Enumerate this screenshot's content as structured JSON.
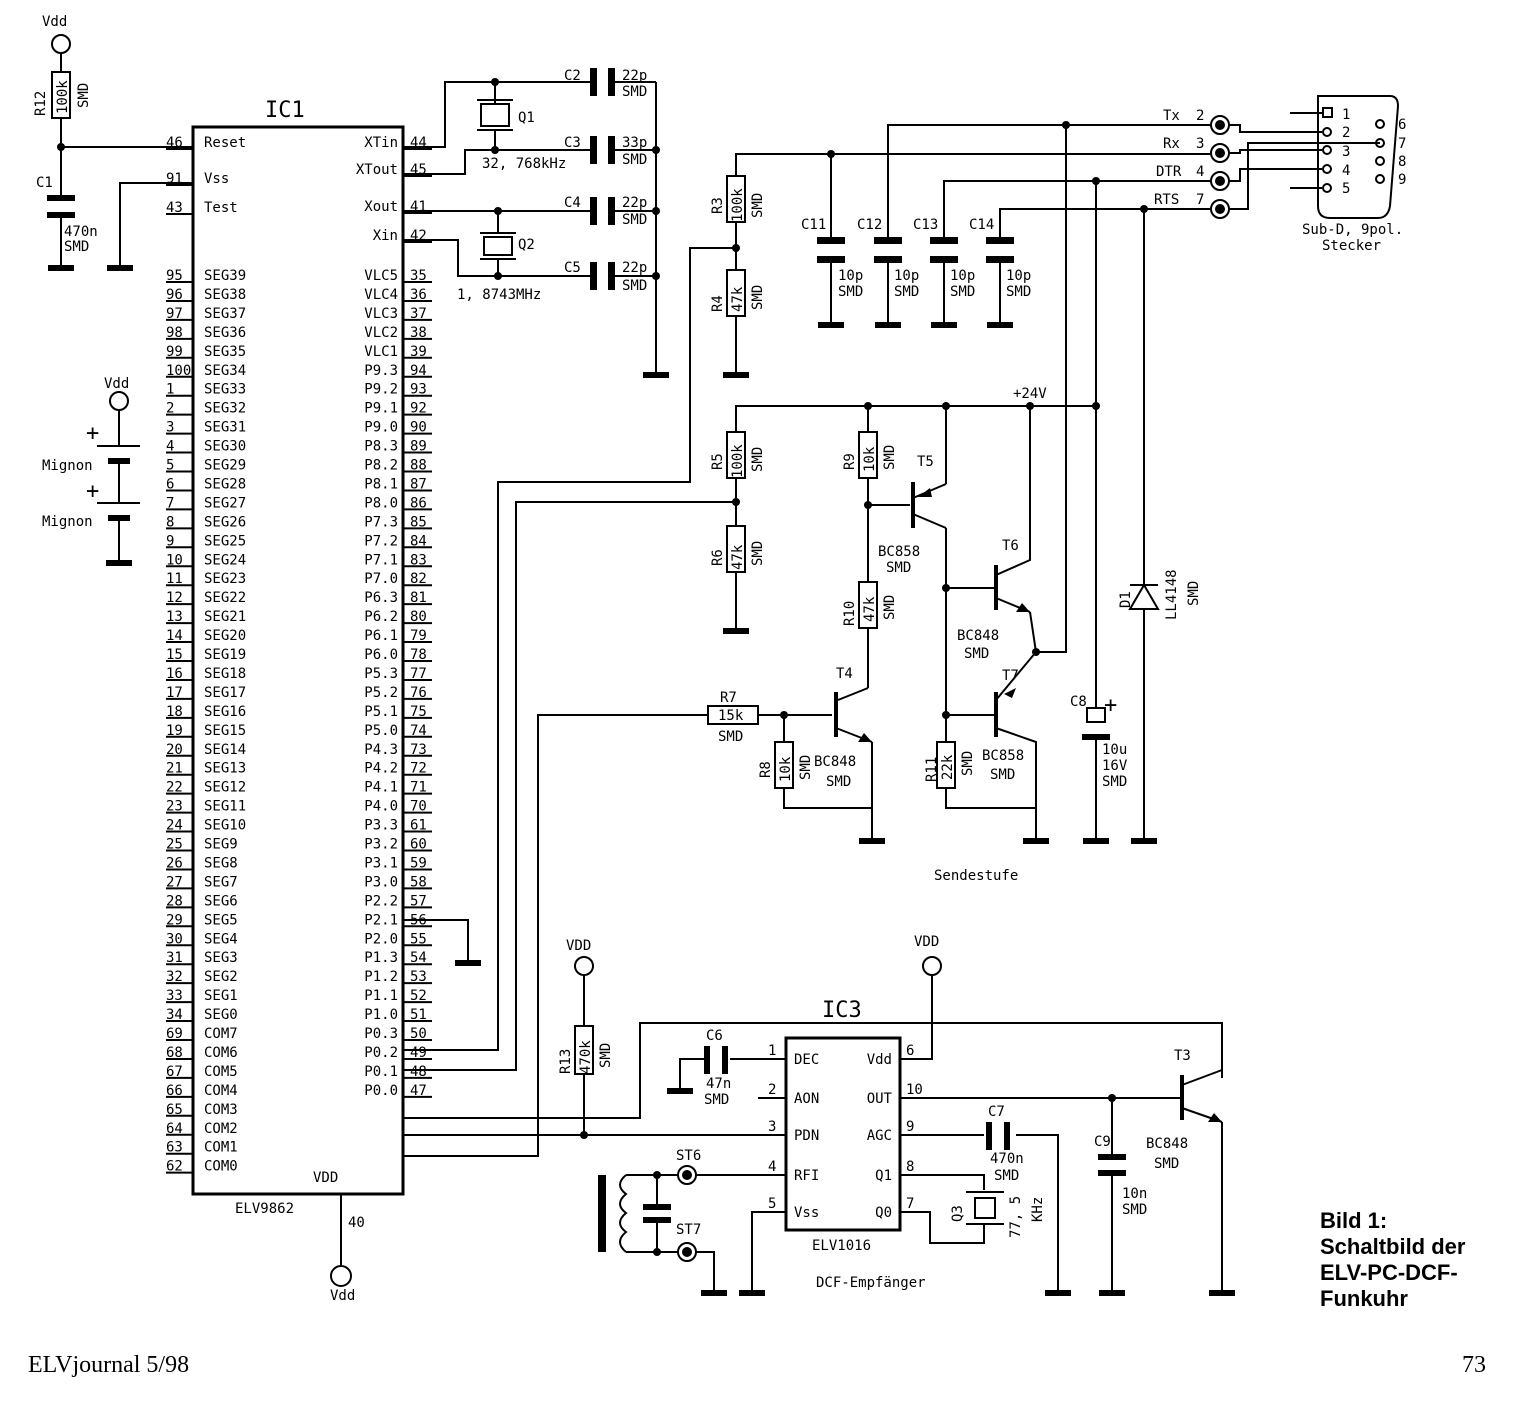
{
  "power": {
    "vdd": "Vdd",
    "vdd_caps": "VDD",
    "v24": "+24V"
  },
  "ic1": {
    "name": "IC1",
    "part": "ELV9862",
    "left_pins": [
      {
        "num": "46",
        "label": "Reset"
      },
      {
        "num": "91",
        "label": "Vss"
      },
      {
        "num": "43",
        "label": "Test"
      },
      {
        "num": "95",
        "label": "SEG39"
      },
      {
        "num": "96",
        "label": "SEG38"
      },
      {
        "num": "97",
        "label": "SEG37"
      },
      {
        "num": "98",
        "label": "SEG36"
      },
      {
        "num": "99",
        "label": "SEG35"
      },
      {
        "num": "100",
        "label": "SEG34"
      },
      {
        "num": "1",
        "label": "SEG33"
      },
      {
        "num": "2",
        "label": "SEG32"
      },
      {
        "num": "3",
        "label": "SEG31"
      },
      {
        "num": "4",
        "label": "SEG30"
      },
      {
        "num": "5",
        "label": "SEG29"
      },
      {
        "num": "6",
        "label": "SEG28"
      },
      {
        "num": "7",
        "label": "SEG27"
      },
      {
        "num": "8",
        "label": "SEG26"
      },
      {
        "num": "9",
        "label": "SEG25"
      },
      {
        "num": "10",
        "label": "SEG24"
      },
      {
        "num": "11",
        "label": "SEG23"
      },
      {
        "num": "12",
        "label": "SEG22"
      },
      {
        "num": "13",
        "label": "SEG21"
      },
      {
        "num": "14",
        "label": "SEG20"
      },
      {
        "num": "15",
        "label": "SEG19"
      },
      {
        "num": "16",
        "label": "SEG18"
      },
      {
        "num": "17",
        "label": "SEG17"
      },
      {
        "num": "18",
        "label": "SEG16"
      },
      {
        "num": "19",
        "label": "SEG15"
      },
      {
        "num": "20",
        "label": "SEG14"
      },
      {
        "num": "21",
        "label": "SEG13"
      },
      {
        "num": "22",
        "label": "SEG12"
      },
      {
        "num": "23",
        "label": "SEG11"
      },
      {
        "num": "24",
        "label": "SEG10"
      },
      {
        "num": "25",
        "label": "SEG9"
      },
      {
        "num": "26",
        "label": "SEG8"
      },
      {
        "num": "27",
        "label": "SEG7"
      },
      {
        "num": "28",
        "label": "SEG6"
      },
      {
        "num": "29",
        "label": "SEG5"
      },
      {
        "num": "30",
        "label": "SEG4"
      },
      {
        "num": "31",
        "label": "SEG3"
      },
      {
        "num": "32",
        "label": "SEG2"
      },
      {
        "num": "33",
        "label": "SEG1"
      },
      {
        "num": "34",
        "label": "SEG0"
      },
      {
        "num": "69",
        "label": "COM7"
      },
      {
        "num": "68",
        "label": "COM6"
      },
      {
        "num": "67",
        "label": "COM5"
      },
      {
        "num": "66",
        "label": "COM4"
      },
      {
        "num": "65",
        "label": "COM3"
      },
      {
        "num": "64",
        "label": "COM2"
      },
      {
        "num": "63",
        "label": "COM1"
      },
      {
        "num": "62",
        "label": "COM0"
      }
    ],
    "right_pins": [
      {
        "num": "44",
        "label": "XTin"
      },
      {
        "num": "45",
        "label": "XTout"
      },
      {
        "num": "41",
        "label": "Xout"
      },
      {
        "num": "42",
        "label": "Xin"
      },
      {
        "num": "35",
        "label": "VLC5"
      },
      {
        "num": "36",
        "label": "VLC4"
      },
      {
        "num": "37",
        "label": "VLC3"
      },
      {
        "num": "38",
        "label": "VLC2"
      },
      {
        "num": "39",
        "label": "VLC1"
      },
      {
        "num": "94",
        "label": "P9.3"
      },
      {
        "num": "93",
        "label": "P9.2"
      },
      {
        "num": "92",
        "label": "P9.1"
      },
      {
        "num": "90",
        "label": "P9.0"
      },
      {
        "num": "89",
        "label": "P8.3"
      },
      {
        "num": "88",
        "label": "P8.2"
      },
      {
        "num": "87",
        "label": "P8.1"
      },
      {
        "num": "86",
        "label": "P8.0"
      },
      {
        "num": "85",
        "label": "P7.3"
      },
      {
        "num": "84",
        "label": "P7.2"
      },
      {
        "num": "83",
        "label": "P7.1"
      },
      {
        "num": "82",
        "label": "P7.0"
      },
      {
        "num": "81",
        "label": "P6.3"
      },
      {
        "num": "80",
        "label": "P6.2"
      },
      {
        "num": "79",
        "label": "P6.1"
      },
      {
        "num": "78",
        "label": "P6.0"
      },
      {
        "num": "77",
        "label": "P5.3"
      },
      {
        "num": "76",
        "label": "P5.2"
      },
      {
        "num": "75",
        "label": "P5.1"
      },
      {
        "num": "74",
        "label": "P5.0"
      },
      {
        "num": "73",
        "label": "P4.3"
      },
      {
        "num": "72",
        "label": "P4.2"
      },
      {
        "num": "71",
        "label": "P4.1"
      },
      {
        "num": "70",
        "label": "P4.0"
      },
      {
        "num": "61",
        "label": "P3.3"
      },
      {
        "num": "60",
        "label": "P3.2"
      },
      {
        "num": "59",
        "label": "P3.1"
      },
      {
        "num": "58",
        "label": "P3.0"
      },
      {
        "num": "57",
        "label": "P2.2"
      },
      {
        "num": "56",
        "label": "P2.1"
      },
      {
        "num": "55",
        "label": "P2.0"
      },
      {
        "num": "54",
        "label": "P1.3"
      },
      {
        "num": "53",
        "label": "P1.2"
      },
      {
        "num": "52",
        "label": "P1.1"
      },
      {
        "num": "51",
        "label": "P1.0"
      },
      {
        "num": "50",
        "label": "P0.3"
      },
      {
        "num": "49",
        "label": "P0.2"
      },
      {
        "num": "48",
        "label": "P0.1"
      },
      {
        "num": "47",
        "label": "P0.0"
      }
    ],
    "vdd_label": "VDD",
    "vdd_pin": "40"
  },
  "components": {
    "r12": {
      "ref": "R12",
      "value": "100k",
      "pkg": "SMD"
    },
    "c1": {
      "ref": "C1",
      "value": "470n",
      "pkg": "SMD"
    },
    "c2": {
      "ref": "C2",
      "value": "22p",
      "pkg": "SMD"
    },
    "c3": {
      "ref": "C3",
      "value": "33p",
      "pkg": "SMD"
    },
    "c4": {
      "ref": "C4",
      "value": "22p",
      "pkg": "SMD"
    },
    "c5": {
      "ref": "C5",
      "value": "22p",
      "pkg": "SMD"
    },
    "q1": {
      "ref": "Q1",
      "value": "32, 768kHz"
    },
    "q2": {
      "ref": "Q2",
      "value": "1, 8743MHz"
    },
    "battery": "Mignon",
    "r3": {
      "ref": "R3",
      "value": "100k",
      "pkg": "SMD"
    },
    "r4": {
      "ref": "R4",
      "value": "47k",
      "pkg": "SMD"
    },
    "c11": {
      "ref": "C11",
      "value": "10p",
      "pkg": "SMD"
    },
    "c12": {
      "ref": "C12",
      "value": "10p",
      "pkg": "SMD"
    },
    "c13": {
      "ref": "C13",
      "value": "10p",
      "pkg": "SMD"
    },
    "c14": {
      "ref": "C14",
      "value": "10p",
      "pkg": "SMD"
    },
    "r5": {
      "ref": "R5",
      "value": "100k",
      "pkg": "SMD"
    },
    "r6": {
      "ref": "R6",
      "value": "47k",
      "pkg": "SMD"
    },
    "r9": {
      "ref": "R9",
      "value": "10k",
      "pkg": "SMD"
    },
    "r10": {
      "ref": "R10",
      "value": "47k",
      "pkg": "SMD"
    },
    "r7": {
      "ref": "R7",
      "value": "15k",
      "pkg": "SMD"
    },
    "r8": {
      "ref": "R8",
      "value": "10k",
      "pkg": "SMD"
    },
    "r11": {
      "ref": "R11",
      "value": "22k",
      "pkg": "SMD"
    },
    "t4": {
      "ref": "T4",
      "type": "BC848",
      "pkg": "SMD"
    },
    "t5": {
      "ref": "T5",
      "type": "BC858",
      "pkg": "SMD"
    },
    "t6": {
      "ref": "T6",
      "type": "BC848",
      "pkg": "SMD"
    },
    "t7": {
      "ref": "T7",
      "type": "BC858",
      "pkg": "SMD"
    },
    "d1": {
      "ref": "D1",
      "type": "LL4148",
      "pkg": "SMD"
    },
    "c8": {
      "ref": "C8",
      "value": "10u",
      "voltage": "16V",
      "pkg": "SMD"
    },
    "r13": {
      "ref": "R13",
      "value": "470k",
      "pkg": "SMD"
    },
    "c6": {
      "ref": "C6",
      "value": "47n",
      "pkg": "SMD"
    },
    "c7": {
      "ref": "C7",
      "value": "470n",
      "pkg": "SMD"
    },
    "q3": {
      "ref": "Q3",
      "value": "77, 5",
      "unit": "KHz"
    },
    "c9": {
      "ref": "C9",
      "value": "10n",
      "pkg": "SMD"
    },
    "t3": {
      "ref": "T3",
      "type": "BC848",
      "pkg": "SMD"
    },
    "st6": "ST6",
    "st7": "ST7"
  },
  "connector": {
    "name": "Sub-D, 9pol.",
    "name2": "Stecker",
    "signals": [
      {
        "name": "Tx",
        "pin": "2"
      },
      {
        "name": "Rx",
        "pin": "3"
      },
      {
        "name": "DTR",
        "pin": "4"
      },
      {
        "name": "RTS",
        "pin": "7"
      }
    ],
    "left_pins": [
      "1",
      "2",
      "3",
      "4",
      "5"
    ],
    "right_pins": [
      "6",
      "7",
      "8",
      "9"
    ]
  },
  "ic3": {
    "name": "IC3",
    "part": "ELV1016",
    "left_pins": [
      {
        "num": "1",
        "label": "DEC"
      },
      {
        "num": "2",
        "label": "AON"
      },
      {
        "num": "3",
        "label": "PDN"
      },
      {
        "num": "4",
        "label": "RFI"
      },
      {
        "num": "5",
        "label": "Vss"
      }
    ],
    "right_pins": [
      {
        "num": "6",
        "label": "Vdd"
      },
      {
        "num": "10",
        "label": "OUT"
      },
      {
        "num": "9",
        "label": "AGC"
      },
      {
        "num": "8",
        "label": "Q1"
      },
      {
        "num": "7",
        "label": "Q0"
      }
    ]
  },
  "labels": {
    "sendestufe": "Sendestufe",
    "dcf": "DCF-Empfänger"
  },
  "caption": {
    "line1": "Bild 1:",
    "line2": "Schaltbild der",
    "line3": "ELV-PC-DCF-",
    "line4": "Funkuhr"
  },
  "footer": {
    "left": "ELVjournal 5/98",
    "right": "73"
  }
}
